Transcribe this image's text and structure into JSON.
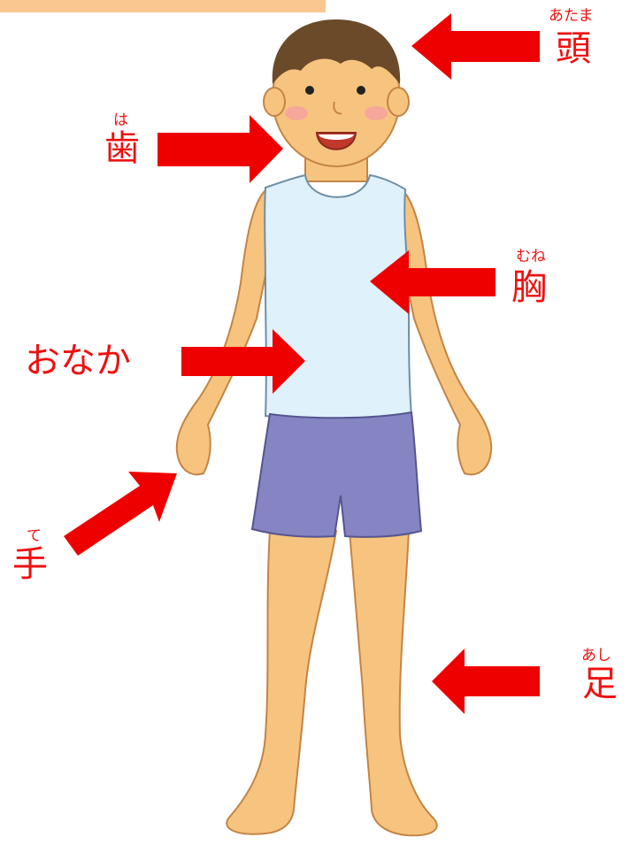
{
  "labels": {
    "head": {
      "text": "頭",
      "reading": "あたま"
    },
    "teeth": {
      "text": "歯",
      "reading": "は"
    },
    "chest": {
      "text": "胸",
      "reading": "むね"
    },
    "stomach": {
      "text": "おなか"
    },
    "hand": {
      "text": "手",
      "reading": "て"
    },
    "leg": {
      "text": "足",
      "reading": "あし"
    }
  },
  "colors": {
    "label": "#ee1111",
    "arrow": "#ee0000",
    "top_bar": "#f9c78f",
    "skin": "#f7c47f",
    "skin_outline": "#c48445",
    "hair": "#6b4a2a",
    "tank_top": "#dff1fb",
    "shorts": "#8585c4",
    "cheek": "#f6a0a0",
    "mouth": "#c0392b"
  }
}
